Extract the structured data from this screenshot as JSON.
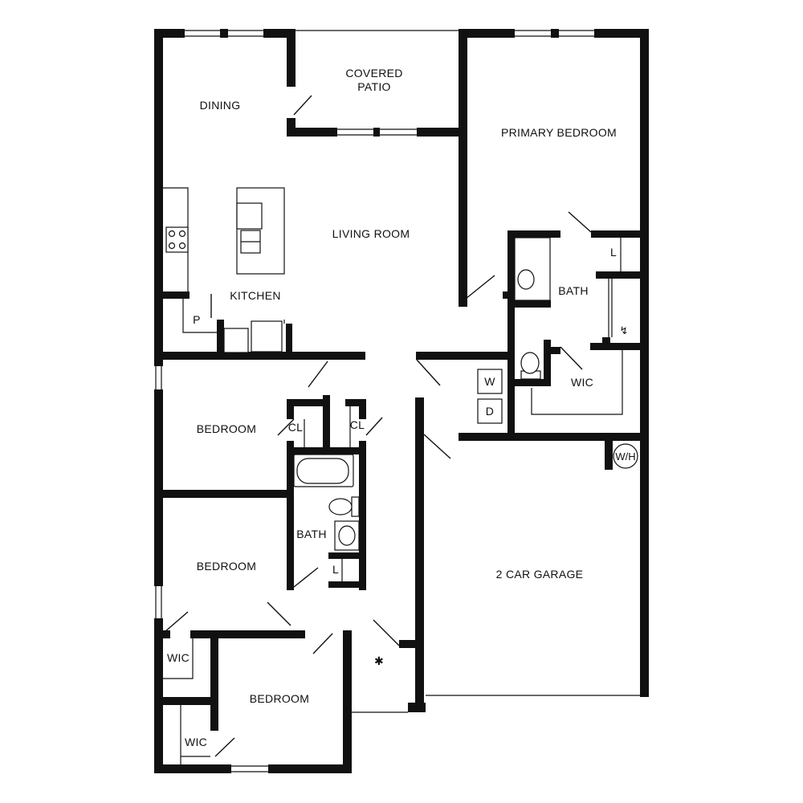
{
  "plan": {
    "rooms": {
      "covered_patio_1": "COVERED",
      "covered_patio_2": "PATIO",
      "dining": "DINING",
      "primary_bedroom": "PRIMARY BEDROOM",
      "living_room": "LIVING ROOM",
      "kitchen": "KITCHEN",
      "pantry": "P",
      "primary_bath": "BATH",
      "linen_primary": "L",
      "wic_primary": "WIC",
      "washer": "W",
      "dryer": "D",
      "water_heater": "W/H",
      "bedroom_1": "BEDROOM",
      "closet_1": "CL",
      "closet_2": "CL",
      "bath_2": "BATH",
      "linen_2": "L",
      "bedroom_2": "BEDROOM",
      "garage": "2 CAR GARAGE",
      "wic_2": "WIC",
      "bedroom_3": "BEDROOM",
      "wic_3": "WIC"
    }
  }
}
